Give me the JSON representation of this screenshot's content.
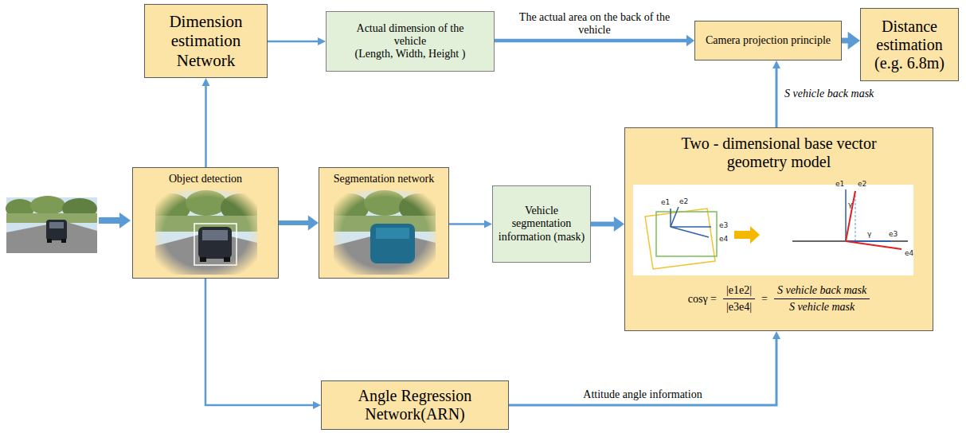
{
  "diagram": {
    "nodes": [
      {
        "text": [
          "Dimension estimation Network"
        ]
      },
      {
        "text": [
          "Actual dimension of the vehicle",
          "(Length, Width, Height )"
        ]
      },
      {
        "text": [
          "Camera projection principle"
        ]
      },
      {
        "text": [
          "Distance estimation (e.g. 6.8m)"
        ]
      },
      {
        "text": [
          "Object detection"
        ]
      },
      {
        "text": [
          "Segmentation network"
        ]
      },
      {
        "text": [
          "Vehicle segmentation information (mask)"
        ]
      },
      {
        "text": [
          "Two - dimensional base vector geometry model",
          "cosγ =",
          "|e1e2|",
          "|e3e4|",
          "=",
          "S vehicle back mask",
          "S vehicle mask"
        ]
      },
      {
        "text": [
          "Angle Regression Network(ARN)"
        ]
      }
    ],
    "edges": [
      {
        "from": 4,
        "to": 0,
        "arrow": "to"
      },
      {
        "from": 0,
        "to": 1,
        "arrow": "to"
      },
      {
        "from": 1,
        "to": 2,
        "label": "The actual area on the back of the vehicle",
        "arrow": "to"
      },
      {
        "from": 2,
        "to": 3,
        "arrow": "to"
      },
      {
        "from": 4,
        "to": 5,
        "arrow": "to"
      },
      {
        "from": 5,
        "to": 6,
        "arrow": "to"
      },
      {
        "from": 6,
        "to": 7,
        "arrow": "to"
      },
      {
        "from": 7,
        "to": 2,
        "label": "S vehicle back mask",
        "arrow": "to"
      },
      {
        "from": 4,
        "to": 8,
        "arrow": "to"
      },
      {
        "from": 8,
        "to": 7,
        "label": "Attitude angle information",
        "arrow": "to"
      }
    ],
    "labels": [
      "e1",
      "e2",
      "e3",
      "e4",
      "e1",
      "e2",
      "γ",
      "e3",
      "e4",
      "γ"
    ]
  }
}
